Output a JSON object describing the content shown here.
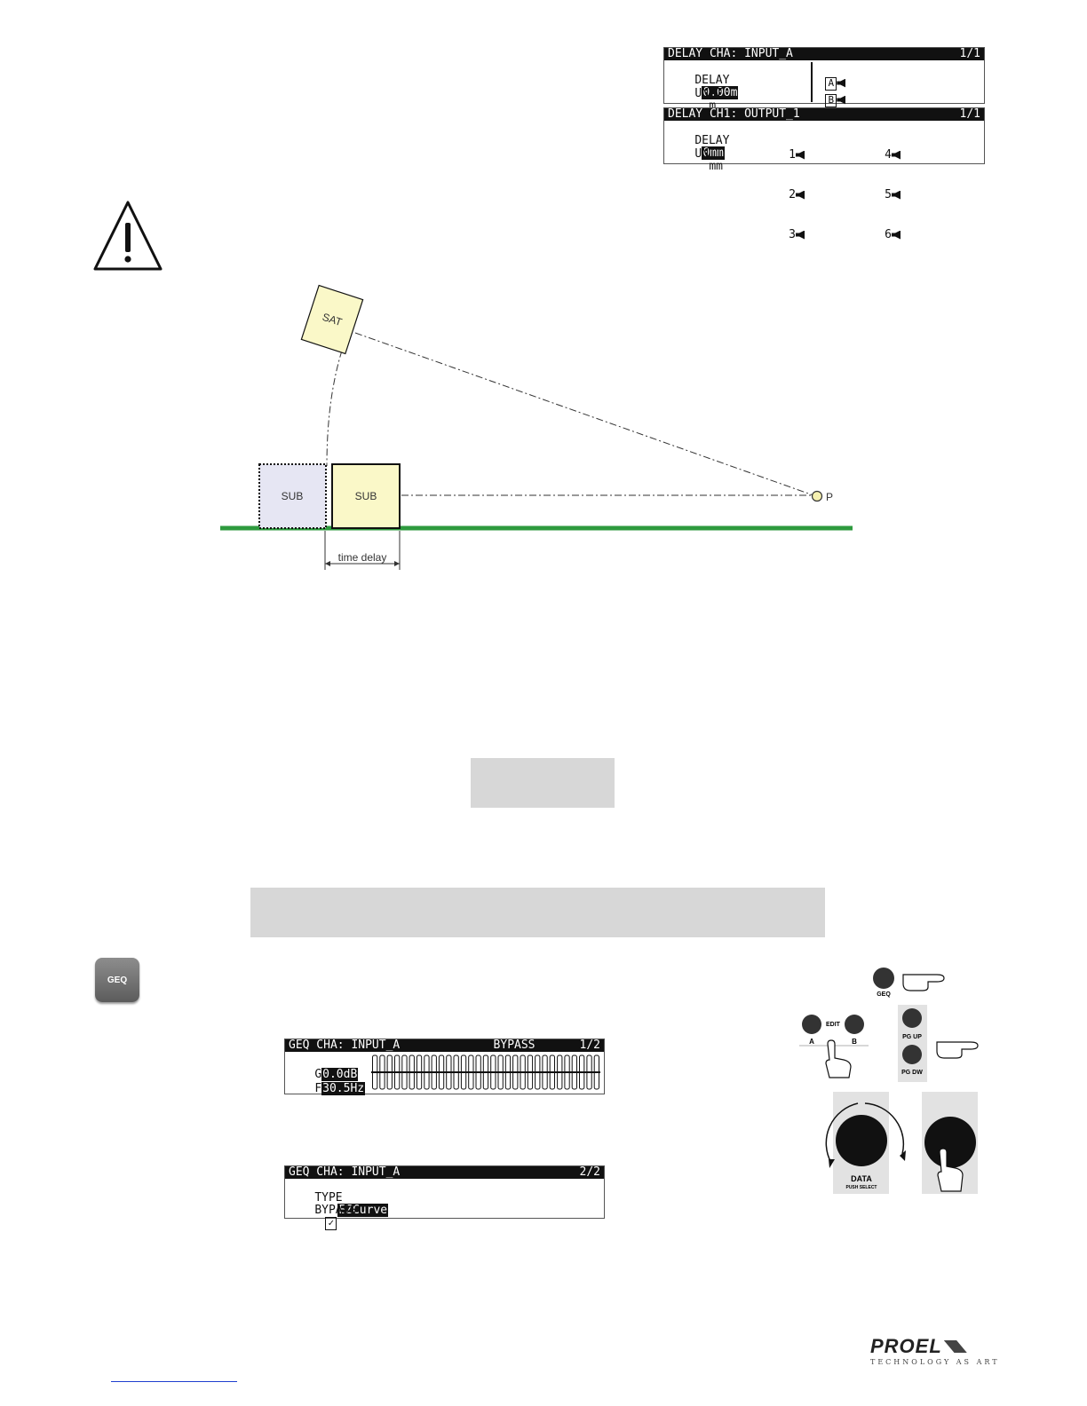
{
  "delay_input_lcd": {
    "title": "DELAY CHA: INPUT_A",
    "page": "1/1",
    "delay_label": "DELAY",
    "delay_value": "0.00m",
    "unit_label": "UNIT",
    "unit_value": "m",
    "ch_a": "A",
    "ch_b": "B"
  },
  "delay_output_lcd": {
    "title": "DELAY CH1: OUTPUT_1",
    "page": "1/1",
    "delay_label": "DELAY",
    "delay_value": "0mm",
    "unit_label": "UNIT",
    "unit_value": "mm",
    "channels": [
      "1",
      "2",
      "3",
      "4",
      "5",
      "6"
    ]
  },
  "diagram": {
    "sat_label": "SAT",
    "sub_left_label": "SUB",
    "sub_right_label": "SUB",
    "point_label": "P",
    "dimension_label": "time delay",
    "ground_color": "#2e9a3e",
    "sat_color": "#faf8c8",
    "sub_right_color": "#faf8c8",
    "sub_left_color": "#e6e6f3"
  },
  "geq_key": {
    "label": "GEQ"
  },
  "geq_lcd_1": {
    "title": "GEQ CHA: INPUT_A",
    "status": "BYPASS",
    "page": "1/2",
    "g_label": "G",
    "g_value": "0.0dB",
    "f_label": "F",
    "f_value": "30.5Hz",
    "fader_count": 31
  },
  "geq_lcd_2": {
    "title": "GEQ CHA: INPUT_A",
    "page": "2/2",
    "type_label": "TYPE",
    "type_value": "EZCurve",
    "bypass_label": "BYPASS",
    "bypass_checked": "✓"
  },
  "panel": {
    "geq_label": "GEQ",
    "edit_label": "EDIT",
    "a_label": "A",
    "b_label": "B",
    "pg_up_label": "PG UP",
    "pg_dw_label": "PG DW",
    "data_label": "DATA",
    "data_sub": "PUSH SELECT"
  },
  "logo": {
    "brand": "PROEL",
    "tagline": "TECHNOLOGY AS ART"
  }
}
